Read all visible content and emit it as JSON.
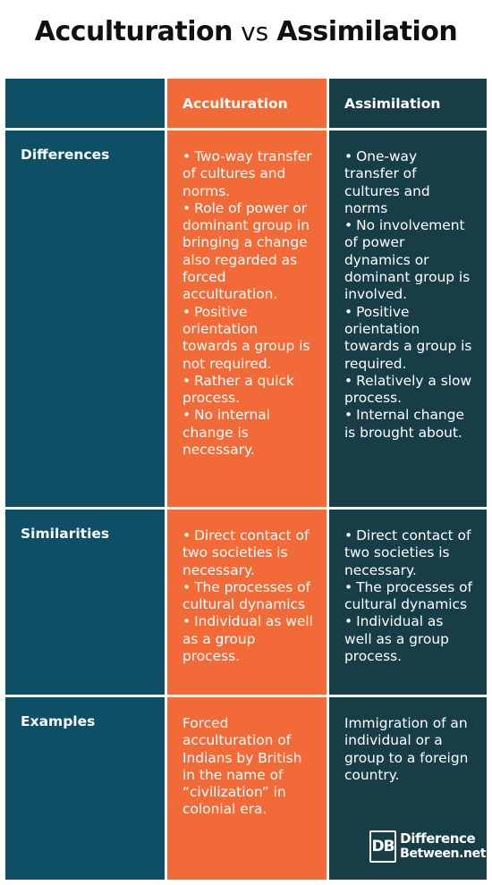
{
  "title": {
    "left": "Acculturation",
    "vs": "vs",
    "right": "Assimilation"
  },
  "table": {
    "headers": [
      "",
      "Acculturation",
      "Assimilation"
    ],
    "rows": [
      {
        "label": "Differences",
        "acculturation": [
          "Two-way transfer of cultures and norms.",
          "Role of power or dominant group in bringing a change also regarded as forced acculturation.",
          "Positive orientation towards a group is not required.",
          "Rather a quick process.",
          "No internal change is necessary."
        ],
        "assimilation": [
          "One-way transfer of cultures and norms",
          "No involvement of power dynamics or dominant group is involved.",
          "Positive orientation towards a group is required.",
          "Relatively a slow process.",
          "Internal change is brought about."
        ]
      },
      {
        "label": "Similarities",
        "acculturation": [
          "Direct contact of two societies is necessary.",
          "The processes of cultural dynamics",
          "Individual as well as a group process."
        ],
        "assimilation": [
          "Direct contact of two societies is necessary.",
          "The processes of cultural dynamics",
          "Individual as well as a group process."
        ]
      },
      {
        "label": "Examples",
        "acculturation_text": "Forced acculturation of Indians by British in the name of “civilization” in colonial era.",
        "assimilation_text": "Immigration of an individual or a group to a foreign country."
      }
    ]
  },
  "logo": {
    "mark": "DB",
    "line1": "Difference",
    "line2": "Between.net"
  },
  "colors": {
    "label_column": "#0e4f66",
    "acculturation_column": "#f26a37",
    "assimilation_column": "#173e47"
  }
}
